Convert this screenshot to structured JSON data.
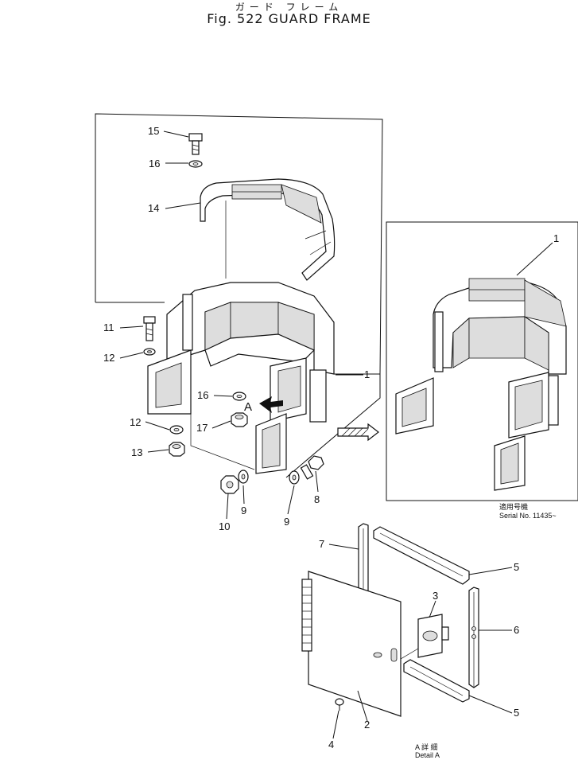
{
  "title": {
    "japanese": "ガード フレーム",
    "english": "Fig. 522 GUARD FRAME"
  },
  "callouts": {
    "p15": "15",
    "p16a": "16",
    "p14": "14",
    "p11": "11",
    "p12a": "12",
    "p16b": "16",
    "p12b": "12",
    "p17": "17",
    "p13": "13",
    "p1a": "1",
    "p9a": "9",
    "p9b": "9",
    "p10": "10",
    "p8": "8",
    "p1b": "1",
    "p7": "7",
    "p5a": "5",
    "p3": "3",
    "p6": "6",
    "p5b": "5",
    "p2": "2",
    "p4": "4",
    "view_a": "A"
  },
  "serial": {
    "jp": "適用号機",
    "en": "Serial No. 11435~"
  },
  "detail": {
    "jp": "A 詳 細",
    "en": "Detail A"
  }
}
